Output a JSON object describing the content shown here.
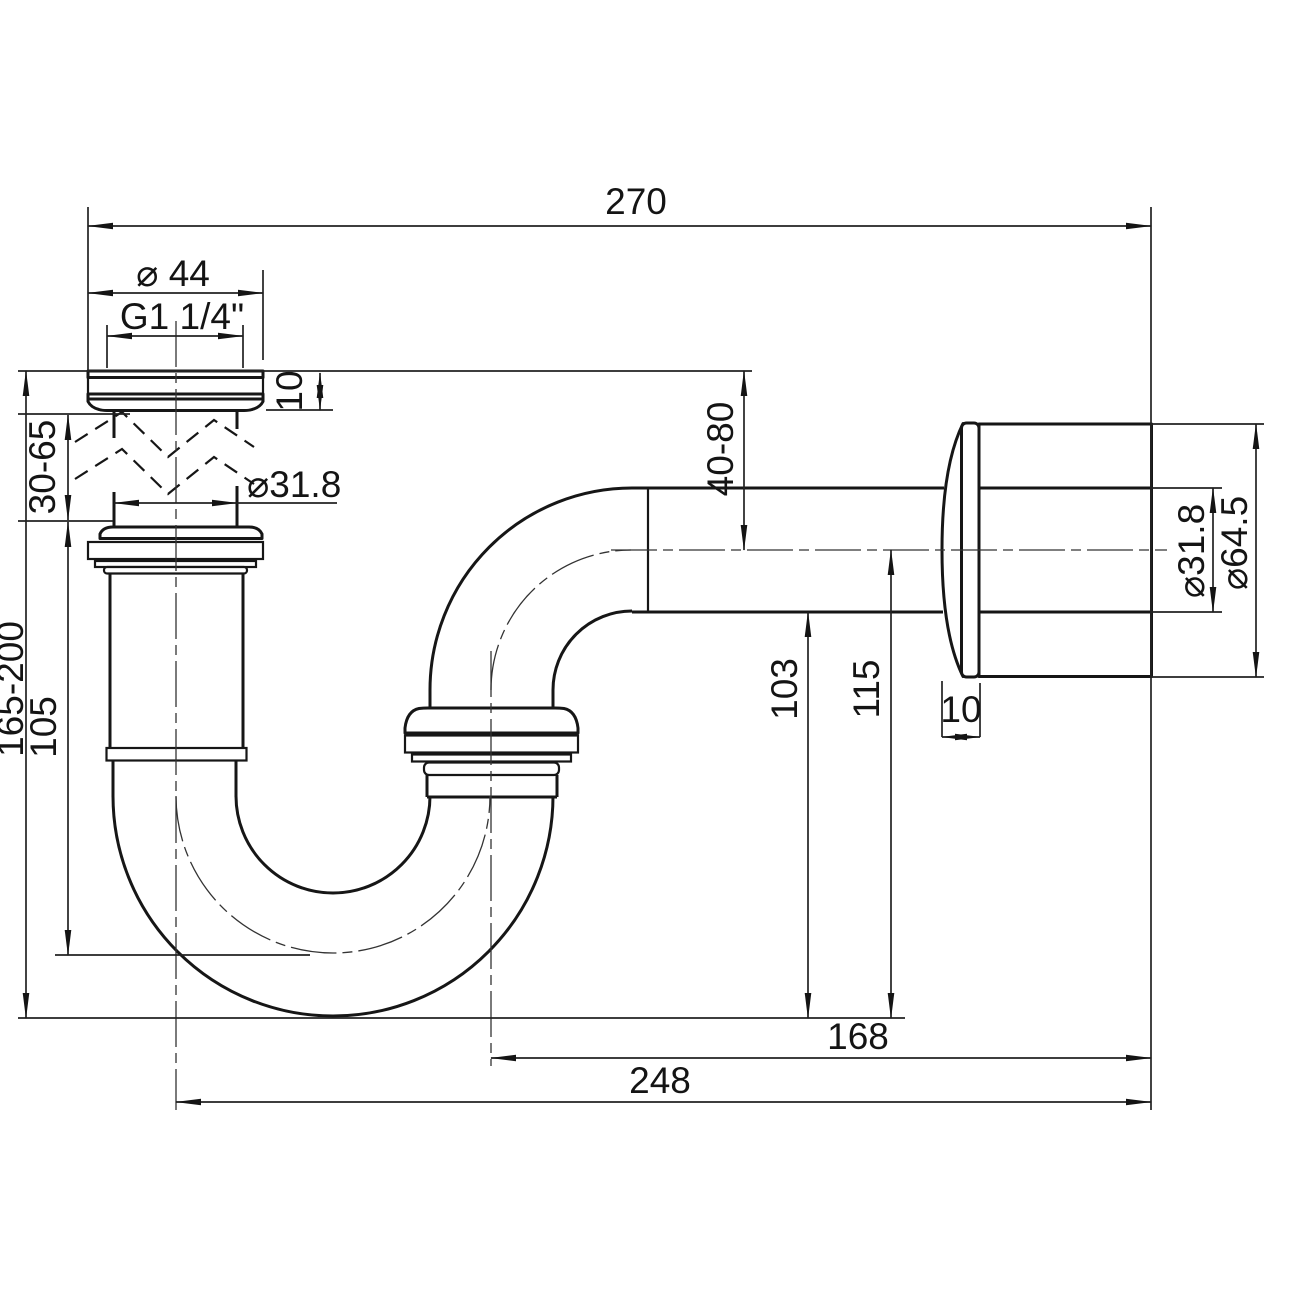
{
  "canvas": {
    "background": "#ffffff",
    "line_color": "#161616"
  },
  "labels": {
    "overall_width": "270",
    "cap_nut_diameter": "⌀ 44",
    "thread_size": "G1 1/4\"",
    "cap_nut_height": "10",
    "inlet_adjust_range": "30-65",
    "inlet_pipe_diameter": "⌀31.8",
    "outlet_height_range": "40-80",
    "outlet_pipe_diameter": "⌀31.8",
    "wall_flange_diameter": "⌀64.5",
    "overall_height_range": "165-200",
    "trap_body_height": "105",
    "outlet_underside_height": "103",
    "outlet_axis_height": "115",
    "flange_thickness": "10",
    "outlet_span": "168",
    "overall_depth": "248"
  }
}
